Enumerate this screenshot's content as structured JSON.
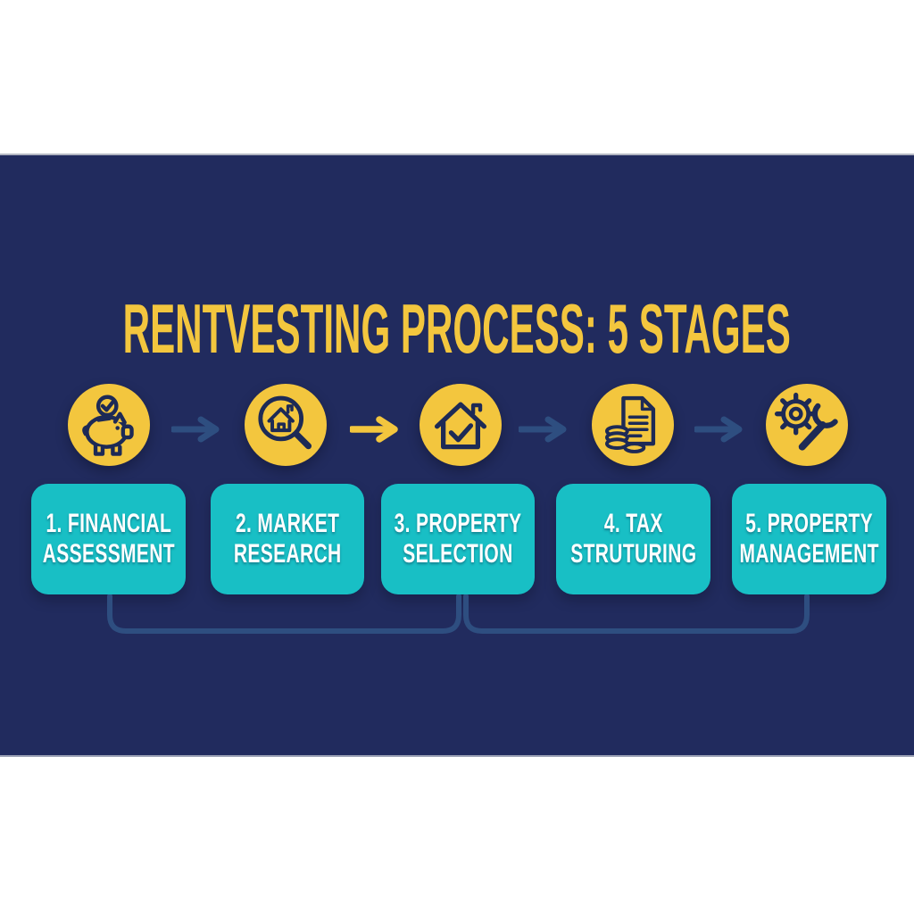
{
  "title": "RENTVESTING PROCESS: 5 STAGES",
  "stages": [
    {
      "line1": "1. FINANCIAL",
      "line2": "ASSESSMENT",
      "icon": "piggy-bank-savings-icon"
    },
    {
      "line1": "2. MARKET",
      "line2": "RESEARCH",
      "icon": "house-magnifier-icon"
    },
    {
      "line1": "3. PROPERTY",
      "line2": "SELECTION",
      "icon": "house-checkmark-icon"
    },
    {
      "line1": "4. TAX",
      "line2": "STRUTURING",
      "icon": "document-coins-icon"
    },
    {
      "line1": "5. PROPERTY",
      "line2": "MANAGEMENT",
      "icon": "gear-wrench-icon"
    }
  ],
  "arrows": [
    {
      "between": "stage-1-to-2",
      "color": "#2E4E80"
    },
    {
      "between": "stage-2-to-3",
      "color": "#F3C63E"
    },
    {
      "between": "stage-3-to-4",
      "color": "#2E4E80"
    },
    {
      "between": "stage-4-to-5",
      "color": "#2E4E80"
    }
  ],
  "colors": {
    "page-bg": "#ffffff",
    "poster-bg": "#212B5E",
    "accent-yellow": "#F3C63E",
    "box-teal": "#18BFC5",
    "arrow-blue": "#2E4E80",
    "connector-blue": "#2E4E80",
    "icon-stroke": "#1D2A56",
    "text-white": "#FFFFFF"
  }
}
